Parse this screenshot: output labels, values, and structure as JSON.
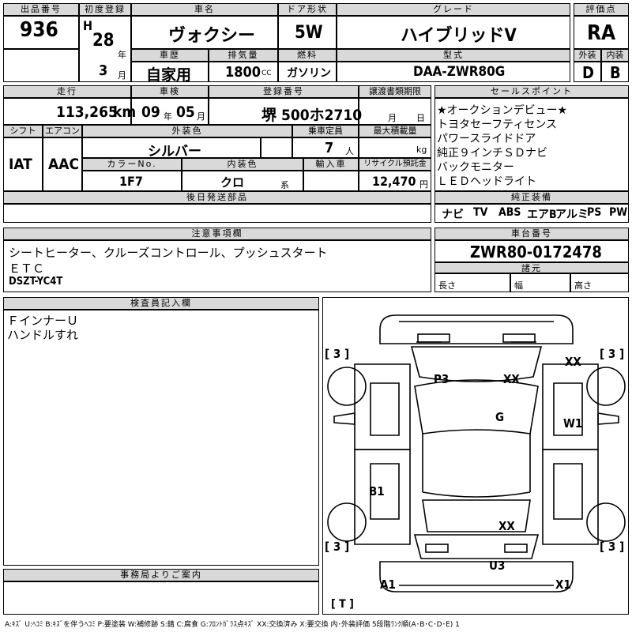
{
  "header": {
    "lot_no_label": "出品番号",
    "lot_no": "936",
    "first_reg_label": "初度登録",
    "era": "H",
    "year": "28",
    "year_unit": "年",
    "month": "3",
    "month_unit": "月",
    "car_name_label": "車名",
    "car_name": "ヴォクシー",
    "door_label": "ドア形状",
    "door": "5W",
    "grade_label": "グレード",
    "grade": "ハイブリッドV",
    "score_label": "評価点",
    "score": "RA",
    "history_label": "車歴",
    "history": "自家用",
    "displacement_label": "排気量",
    "displacement": "1800",
    "displacement_unit": "CC",
    "fuel_label": "燃料",
    "fuel": "ガソリン",
    "model_label": "型式",
    "model": "DAA-ZWR80G",
    "exterior_label": "外装",
    "exterior": "D",
    "interior_label": "内装",
    "interior": "B"
  },
  "row2": {
    "mileage_label": "走行",
    "mileage": "113,265",
    "mileage_unit": "km",
    "inspection_label": "車検",
    "insp_year": "09",
    "insp_year_unit": "年",
    "insp_month": "05",
    "insp_month_unit": "月",
    "plate_label": "登録番号",
    "plate": "堺 500ホ2710",
    "transfer_label": "譲渡書類期限",
    "transfer_month_unit": "月",
    "transfer_day_unit": "日",
    "shift_label": "シフト",
    "shift": "IAT",
    "ac_label": "エアコン",
    "ac": "AAC",
    "color_label": "外装色",
    "color": "シルバー",
    "capacity_label": "乗車定員",
    "capacity": "7",
    "capacity_unit": "人",
    "max_load_label": "最大積載量",
    "max_load_unit": "kg",
    "color_no_label": "カラーNo.",
    "color_no": "1F7",
    "int_color_label": "内装色",
    "int_color": "クロ",
    "int_color_unit": "系",
    "import_label": "輸入車",
    "recycle_label": "リサイクル預託金",
    "recycle": "12,470",
    "recycle_unit": "円",
    "later_parts_label": "後日発送部品"
  },
  "sales_points": {
    "label": "セールスポイント",
    "items": [
      "★オークションデビュー★",
      "トヨタセーフティセンス",
      "パワースライドドア",
      "純正９インチＳＤナビ",
      "バックモニター",
      "ＬＥＤヘッドライト"
    ]
  },
  "equipment": {
    "label": "純正装備",
    "items": [
      "ナビ",
      "TV",
      "ABS",
      "エアB",
      "アルミ",
      "PS",
      "PW"
    ]
  },
  "notes": {
    "label": "注意事項欄",
    "lines": [
      "シートヒーター、クルーズコントロール、プッシュスタート",
      "ＥＴＣ",
      "DSZT-YC4T"
    ]
  },
  "chassis": {
    "label": "車台番号",
    "number": "ZWR80-0172478",
    "spec_label": "諸元",
    "length_label": "長さ",
    "width_label": "幅",
    "height_label": "高さ"
  },
  "inspector": {
    "label": "検査員記入欄",
    "lines": [
      "ＦインナーＵ",
      "ハンドルすれ"
    ]
  },
  "office": {
    "label": "事務局よりご案内"
  },
  "diagram_marks": {
    "front_left": "[ 3 ]",
    "front_right": "[ 3 ]",
    "rear_left": "[ 3 ]",
    "rear_right": "[ 3 ]",
    "p3": "P3",
    "xx_top": "XX",
    "xx_corner": "XX",
    "g": "G",
    "w1": "W1",
    "b1": "B1",
    "xx_rear": "XX",
    "u3": "U3",
    "a1": "A1",
    "x1": "X1",
    "t": "[ T ]"
  },
  "legend": "A:ｷｽﾞ U:ﾍｺﾐ B:ｷｽﾞを伴うﾍｺﾐ P:要塗装 W:補修跡 S:錆 C:腐食 G:ﾌﾛﾝﾄｶﾞﾗｽ点ｷｽﾞ XX:交換済み X:要交換 内･外装評価 5段階ﾗﾝｸ順(A･B･C･D･E) 1"
}
